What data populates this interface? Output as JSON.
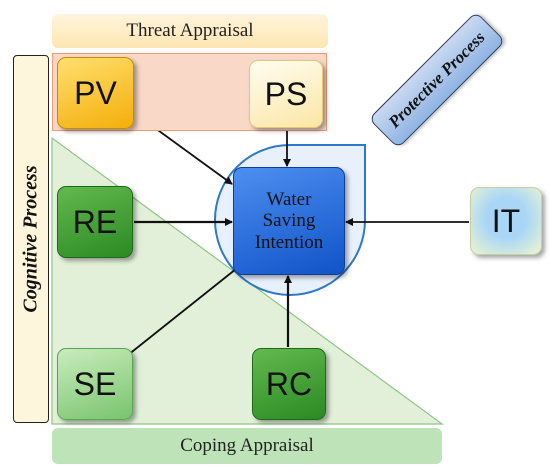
{
  "banners": {
    "threat_appraisal": "Threat Appraisal",
    "coping_appraisal": "Coping Appraisal",
    "cognitive_process": "Cognitive Process",
    "protective_process": "Protective Process"
  },
  "nodes": {
    "pv": "PV",
    "ps": "PS",
    "re": "RE",
    "se": "SE",
    "rc": "RC",
    "it": "IT",
    "target": {
      "line1": "Water",
      "line2": "Saving",
      "line3": "Intention"
    }
  },
  "colors": {
    "threat_banner": "#fde6b2",
    "threat_region": "#f9d8c8",
    "coping_region": "#bfe3b8",
    "cognitive_panel": "#fdf6dc",
    "protective_tag": "#8fb3e3",
    "target_node": "#1a64d8",
    "arrow": "#111111"
  }
}
